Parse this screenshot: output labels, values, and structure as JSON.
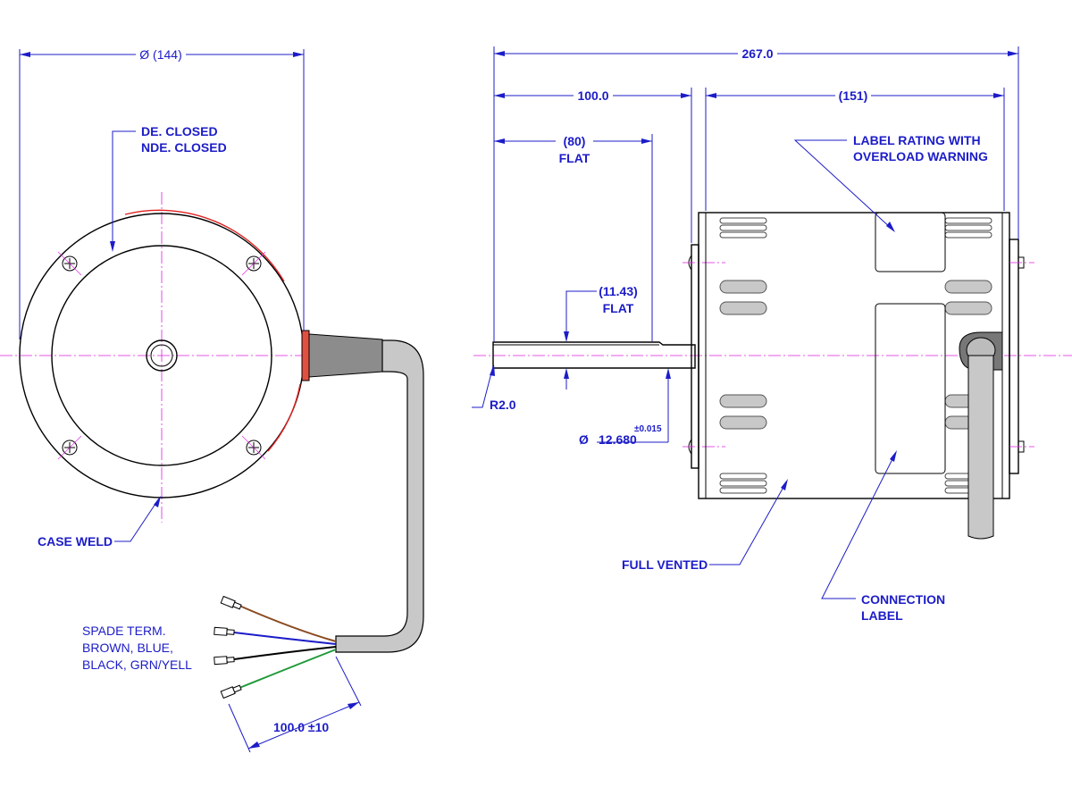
{
  "drawing": {
    "front_view": {
      "diameter_label": "Ø (144)",
      "end_note_line1": "DE. CLOSED",
      "end_note_line2": "NDE. CLOSED",
      "case_weld_label": "CASE WELD",
      "lead_note_line1": "SPADE TERM.",
      "lead_note_line2": "BROWN, BLUE,",
      "lead_note_line3": "BLACK, GRN/YELL",
      "lead_length_label": "100.0 ±10",
      "wire_colors": {
        "brown": "#8a4a20",
        "blue": "#1c1cc8",
        "black": "#000000",
        "green": "#1f9a3a"
      }
    },
    "side_view": {
      "overall_length_label": "267.0",
      "shaft_length_label": "100.0",
      "body_length_label": "(151)",
      "flat_length_label": "(80)",
      "flat_length_sub": "FLAT",
      "flat_depth_label": "(11.43)",
      "flat_depth_sub": "FLAT",
      "radius_label": "R2.0",
      "shaft_dia_symbol": "Ø",
      "shaft_dia_label": "12.680",
      "shaft_dia_tol": "±0.015",
      "label_rating_line1": "LABEL RATING WITH",
      "label_rating_line2": "OVERLOAD WARNING",
      "full_vented_label": "FULL VENTED",
      "connection_label_line1": "CONNECTION",
      "connection_label_line2": "LABEL"
    },
    "colors": {
      "annotation": "#1c1cc8",
      "centerline": "#e020e0",
      "weld": "#e02020",
      "cable": "#c8c8c8"
    }
  }
}
